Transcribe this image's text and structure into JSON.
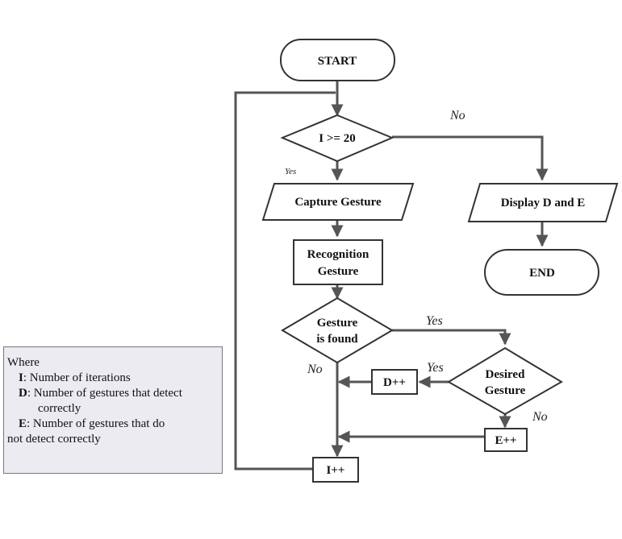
{
  "nodes": {
    "start": "START",
    "cond_iter": "I >= 20",
    "capture": "Capture Gesture",
    "recognition_line1": "Recognition",
    "recognition_line2": "Gesture",
    "found_line1": "Gesture",
    "found_line2": "is found",
    "desired_line1": "Desired",
    "desired_line2": "Gesture",
    "d_inc": "D++",
    "e_inc": "E++",
    "i_inc": "I++",
    "display": "Display D and E",
    "end": "END"
  },
  "edge_labels": {
    "iter_no": "No",
    "iter_yes": "Yes",
    "found_yes": "Yes",
    "found_no": "No",
    "desired_yes": "Yes",
    "desired_no": "No"
  },
  "legend": {
    "heading": "Where",
    "i_key": "I",
    "i_desc": ": Number of iterations",
    "d_key": "D",
    "d_desc_line1": ": Number of gestures that detect",
    "d_desc_line2": "correctly",
    "e_key": "E",
    "e_desc_line1": ": Number of gestures that do",
    "e_desc_line2": "not detect correctly"
  }
}
